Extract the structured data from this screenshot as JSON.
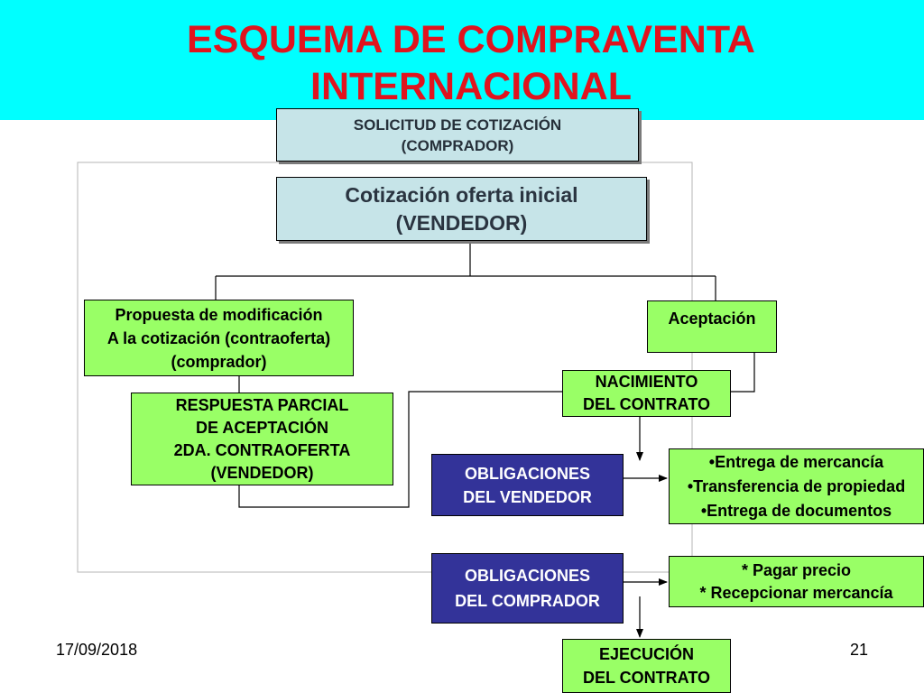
{
  "title": {
    "line1": "ESQUEMA DE COMPRAVENTA",
    "line2": "INTERNACIONAL"
  },
  "boxes": {
    "solicitud": [
      "SOLICITUD DE COTIZACIÓN",
      "(COMPRADOR)"
    ],
    "cotizacion": [
      "Cotización oferta inicial",
      "(VENDEDOR)"
    ],
    "propuesta": [
      "Propuesta de modificación",
      "A la cotización (contraoferta)",
      "(comprador)"
    ],
    "aceptacion": [
      "Aceptación"
    ],
    "respuesta": [
      "RESPUESTA PARCIAL",
      "DE ACEPTACIÓN",
      "2DA. CONTRAOFERTA",
      "(VENDEDOR)"
    ],
    "nacimiento": [
      "NACIMIENTO",
      "DEL CONTRATO"
    ],
    "oblig_vendedor": [
      "OBLIGACIONES",
      "DEL VENDEDOR"
    ],
    "entrega": [
      "•Entrega de mercancía",
      "•Transferencia de propiedad",
      "•Entrega de documentos"
    ],
    "oblig_comprador": [
      "OBLIGACIONES",
      "DEL COMPRADOR"
    ],
    "pagar": [
      "* Pagar precio",
      "* Recepcionar mercancía"
    ],
    "ejecucion": [
      "EJECUCIÓN",
      "DEL CONTRATO"
    ]
  },
  "footer": {
    "date": "17/09/2018",
    "page": "21"
  },
  "colors": {
    "header_band": "#00ffff",
    "title": "#e0141e",
    "teal_box": "#c6e4e8",
    "lime_box": "#99ff66",
    "navy_box": "#333399"
  }
}
